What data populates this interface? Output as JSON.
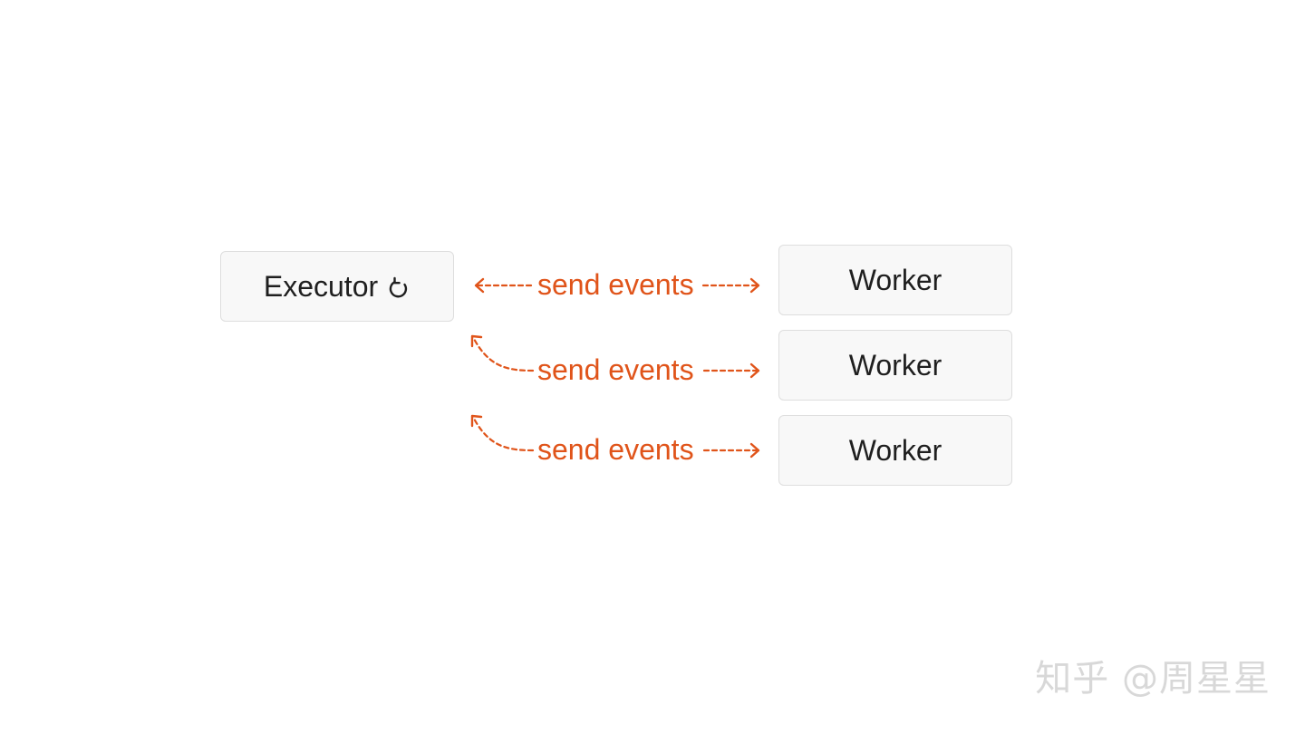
{
  "executor": {
    "label": "Executor",
    "icon": "refresh-icon"
  },
  "workers": [
    {
      "label": "Worker"
    },
    {
      "label": "Worker"
    },
    {
      "label": "Worker"
    }
  ],
  "edges": [
    {
      "label": "send events"
    },
    {
      "label": "send events"
    },
    {
      "label": "send events"
    }
  ],
  "colors": {
    "accent": "#e0541a",
    "box_fill": "#f8f8f8",
    "box_border": "#dedede",
    "text": "#1f1f1f"
  },
  "watermark": "知乎 @周星星"
}
